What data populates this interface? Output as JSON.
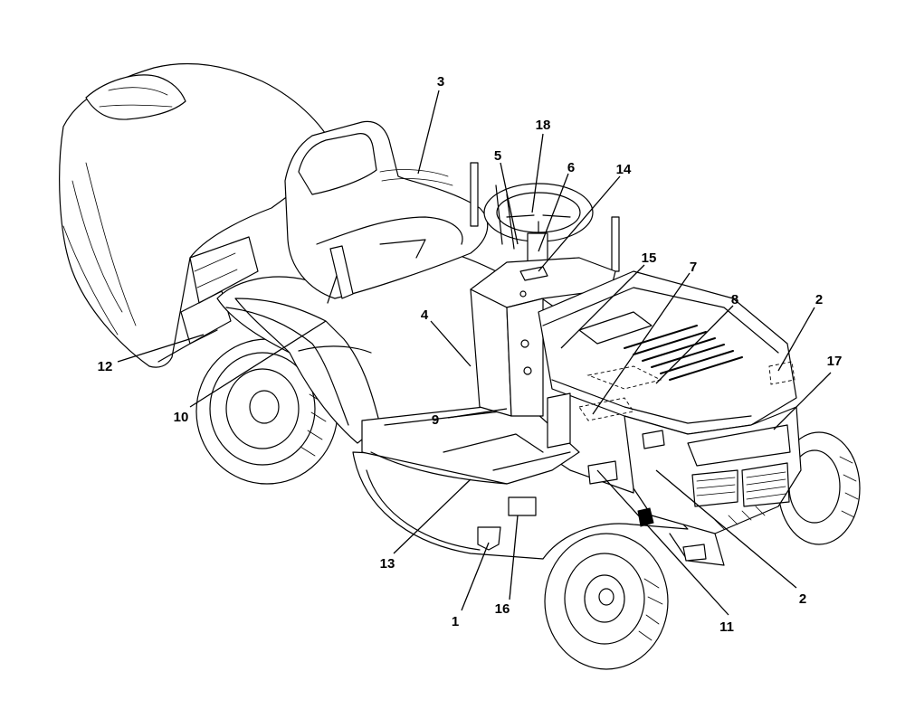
{
  "callouts": [
    {
      "id": "c1",
      "label": "1"
    },
    {
      "id": "c2a",
      "label": "2"
    },
    {
      "id": "c2b",
      "label": "2"
    },
    {
      "id": "c3",
      "label": "3"
    },
    {
      "id": "c4",
      "label": "4"
    },
    {
      "id": "c5",
      "label": "5"
    },
    {
      "id": "c6",
      "label": "6"
    },
    {
      "id": "c7",
      "label": "7"
    },
    {
      "id": "c8",
      "label": "8"
    },
    {
      "id": "c9",
      "label": "9"
    },
    {
      "id": "c10",
      "label": "10"
    },
    {
      "id": "c11",
      "label": "11"
    },
    {
      "id": "c12",
      "label": "12"
    },
    {
      "id": "c13",
      "label": "13"
    },
    {
      "id": "c14",
      "label": "14"
    },
    {
      "id": "c15",
      "label": "15"
    },
    {
      "id": "c16",
      "label": "16"
    },
    {
      "id": "c17",
      "label": "17"
    },
    {
      "id": "c18",
      "label": "18"
    }
  ],
  "colors": {
    "line": "#000000",
    "background": "#ffffff"
  }
}
